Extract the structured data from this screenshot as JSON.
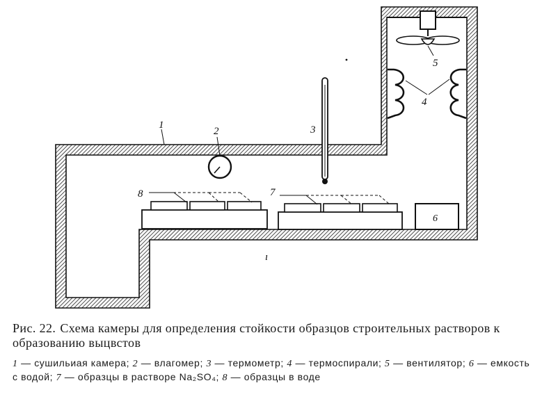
{
  "labels": {
    "l1": "1",
    "l2": "2",
    "l3": "3",
    "l4": "4",
    "l5": "5",
    "l6": "6",
    "l7": "7",
    "l8": "8",
    "floor_mark": "ı"
  },
  "caption": {
    "figure_number": "Рис. 22.",
    "text": "Схема камеры для определения стойкости образцов строительных растворов к образованию выцвстов"
  },
  "legend": {
    "items": [
      {
        "num": "1",
        "text": "— сушильиая камера;"
      },
      {
        "num": "2",
        "text": "— влагомер;"
      },
      {
        "num": "3",
        "text": "— термометр;"
      },
      {
        "num": "4",
        "text": "— термоспирали;"
      },
      {
        "num": "5",
        "text": "— вентилятор;"
      },
      {
        "num": "6",
        "text": "— емкость с водой;"
      },
      {
        "num": "7",
        "text": "— образцы в растворе Na₂SO₄;"
      },
      {
        "num": "8",
        "text": "— образцы в воде"
      }
    ]
  }
}
